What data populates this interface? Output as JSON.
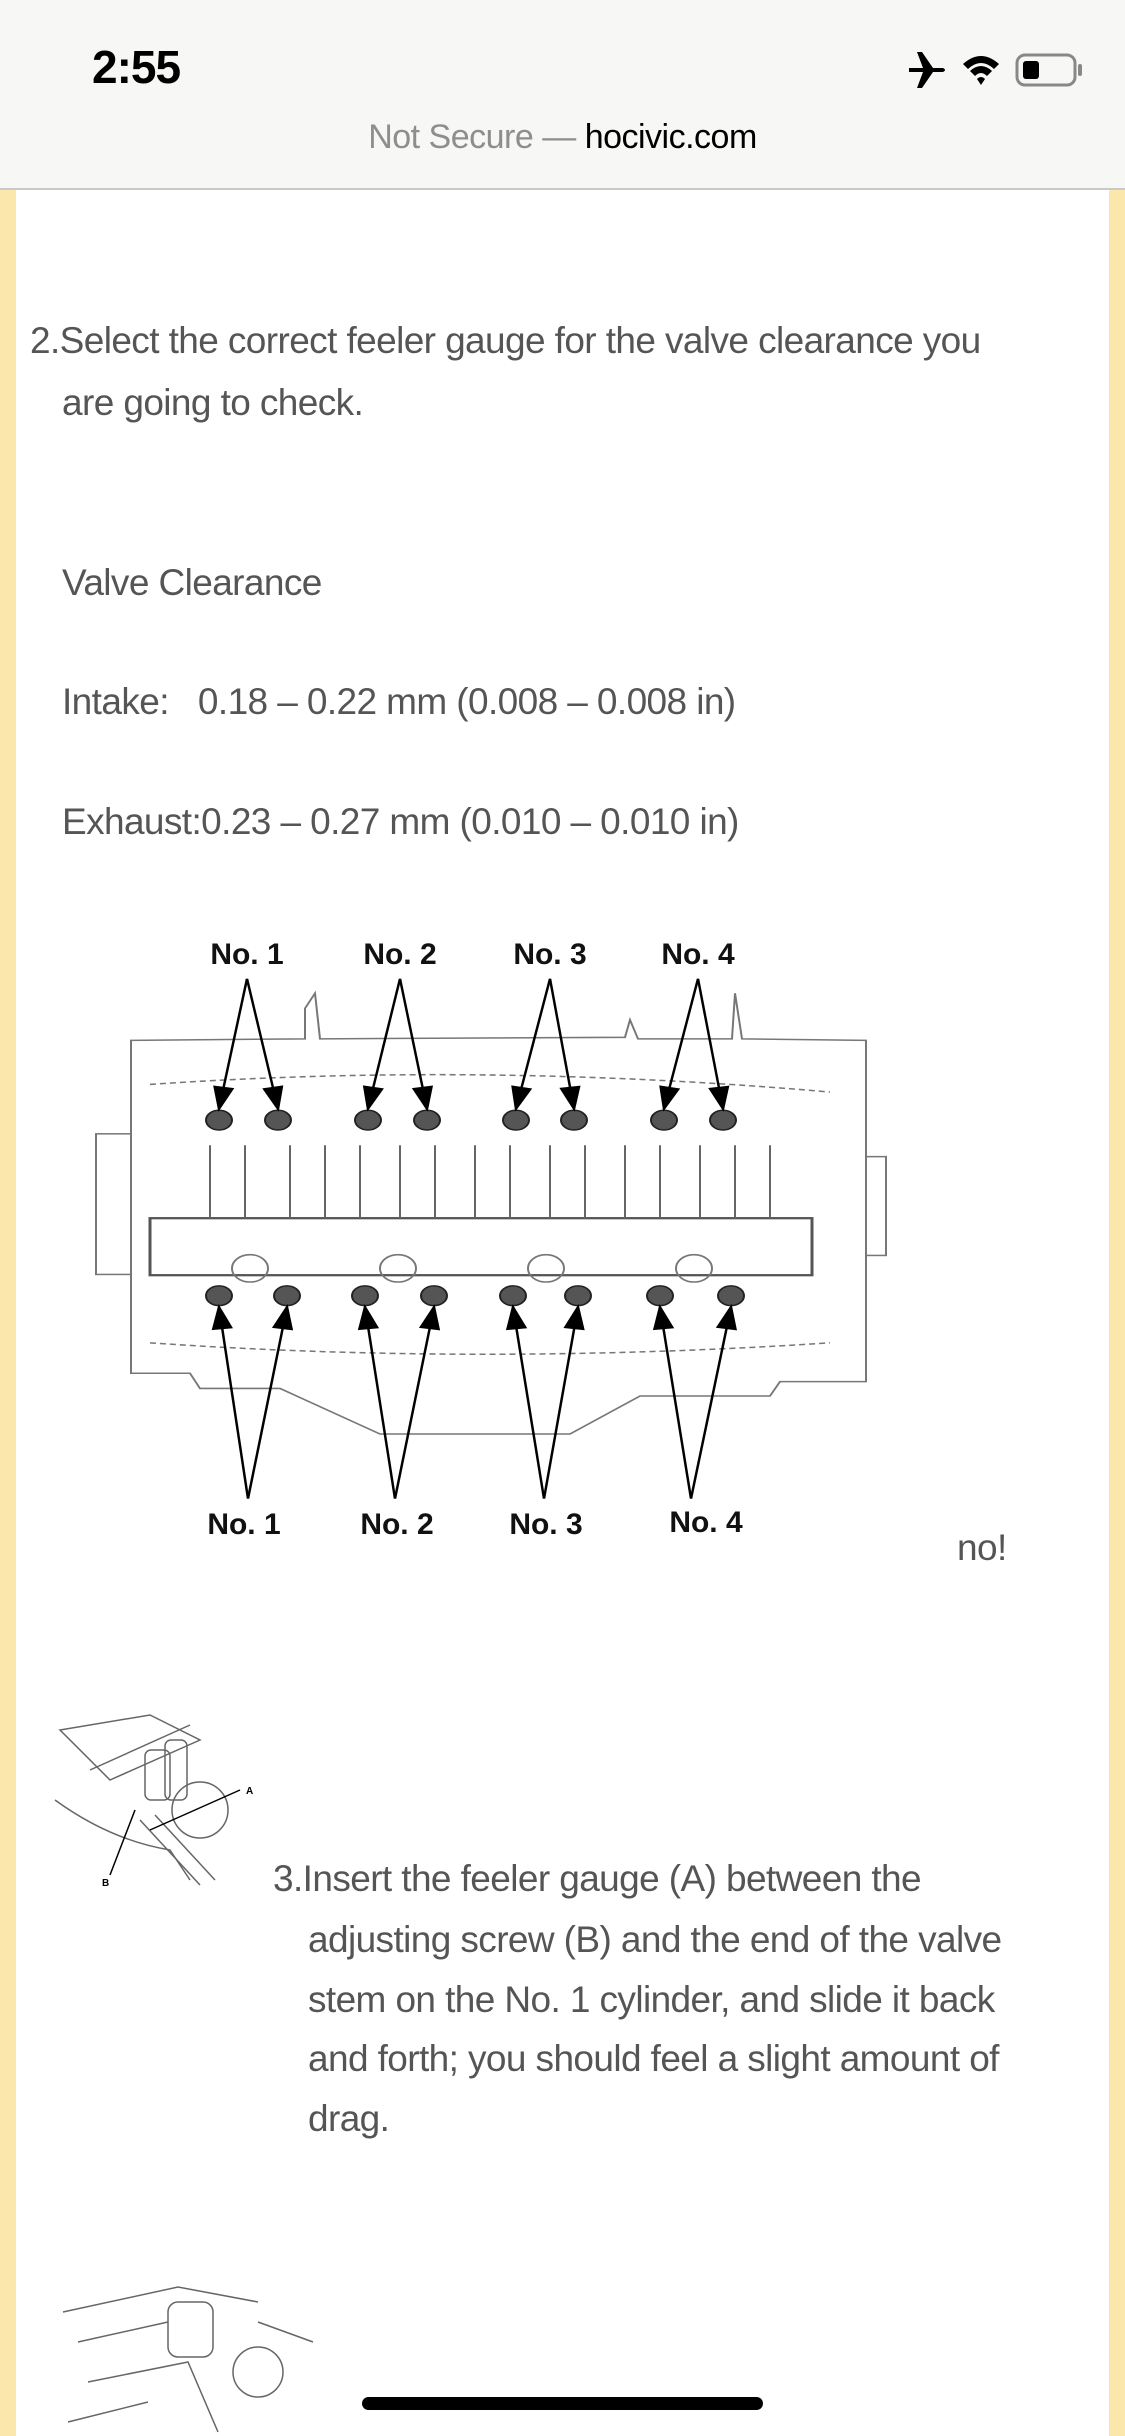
{
  "status_bar": {
    "time": "2:55",
    "icons": [
      "airplane-icon",
      "wifi-icon",
      "battery-icon"
    ]
  },
  "address_bar": {
    "security": "Not Secure",
    "separator": " — ",
    "host": "hocivic.com"
  },
  "colors": {
    "side_strip": "#FBE6AB",
    "text": "#555555",
    "header_bg": "#F7F7F5"
  },
  "content": {
    "step2_lines": [
      "2.Select the correct feeler gauge for the valve clearance you",
      "are going to check."
    ],
    "clearance_title": "Valve Clearance",
    "intake": "Intake:   0.18 – 0.22 mm (0.008 – 0.008 in)",
    "exhaust": "Exhaust:0.23 – 0.27 mm (0.010 – 0.010 in)",
    "diagram_labels_top": [
      "No. 1",
      "No. 2",
      "No. 3",
      "No. 4"
    ],
    "diagram_labels_bottom": [
      "No. 1",
      "No. 2",
      "No. 3",
      "No. 4"
    ],
    "note": "no!",
    "thumb_labels": [
      "A",
      "B"
    ],
    "step3_lines": [
      "3.Insert the feeler gauge (A) between the",
      "adjusting screw (B) and the end of the valve",
      "stem on the No. 1 cylinder, and slide it back",
      "and forth; you should feel a slight amount of",
      "drag."
    ]
  }
}
